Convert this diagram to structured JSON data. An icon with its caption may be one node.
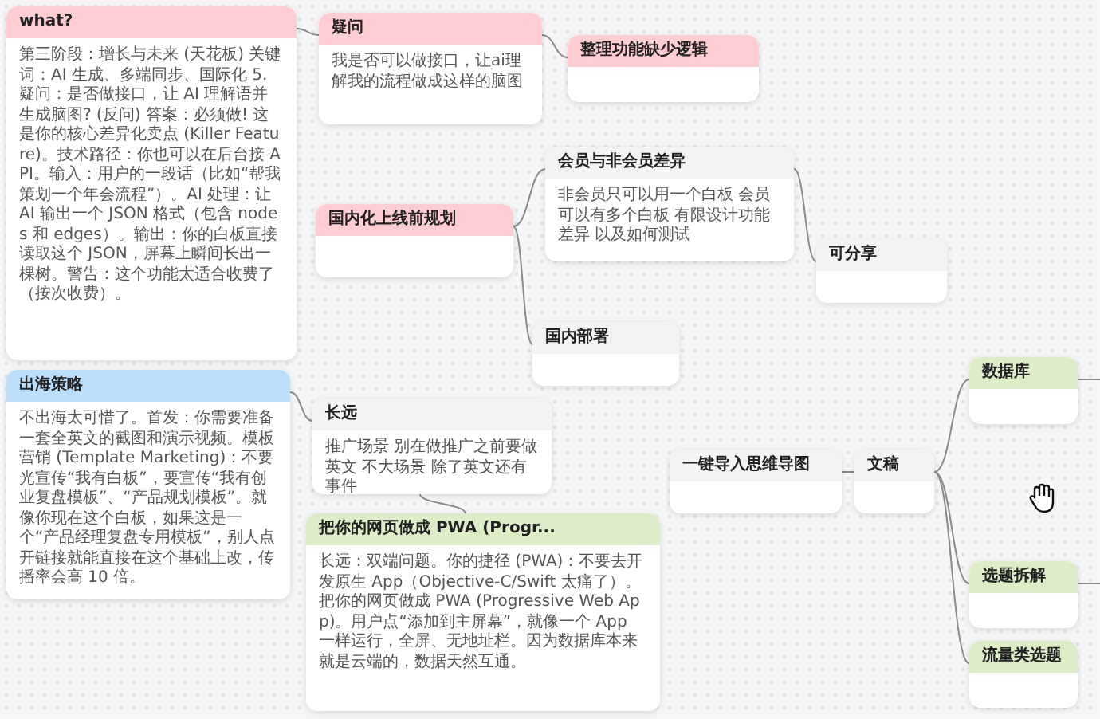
{
  "diagram": {
    "nodes": [
      {
        "text": [
          "疑问",
          "我是否可以做接口，让ai理解我的流程做成这样的脑图"
        ]
      },
      {
        "text": [
          "整理功能缺少逻辑"
        ]
      },
      {
        "text": [
          "what?",
          "第三阶段：增长与未来 (天花板) 关键词：AI 生成、多端同步、国际化 5. 疑问：是否做接口，让 AI 理解语并生成脑图? (反问) 答案：必须做! 这是你的核心差异化卖点 (Killer Feature)。技术路径：你也可以在后台接 API。输入：用户的一段话（比如“帮我策划一个年会流程”）。AI 处理：让 AI 输出一个 JSON 格式（包含 nodes 和 edges）。输出：你的白板直接读取这个 JSON，屏幕上瞬间长出一棵树。警告：这个功能太适合收费了（按次收费）。"
        ]
      },
      {
        "text": [
          "会员与非会员差异",
          "非会员只可以用一个白板 会员可以有多个白板 有限设计功能差异 以及如何测试"
        ]
      },
      {
        "text": [
          "国内化上线前规划"
        ]
      },
      {
        "text": [
          "可分享"
        ]
      },
      {
        "text": [
          "出海策略",
          "不出海太可惜了。首发：你需要准备一套全英文的截图和演示视频。模板营销 (Template Marketing)：不要光宣传“我有白板”，要宣传“我有创业复盘模板”、“产品规划模板”。就像你现在这个白板，如果这是一个“产品经理复盘专用模板”，别人点开链接就能直接在这个基础上改，传播率会高 10 倍。"
        ]
      },
      {
        "text": [
          "国内部署"
        ]
      },
      {
        "text": [
          "长远",
          "推广场景 别在做推广之前要做英文 不大场景 除了英文还有事件"
        ]
      },
      {
        "text": [
          "把你的网页做成 PWA (Progr...",
          "长远：双端问题。你的捷径 (PWA)：不要去开发原生 App（Objective-C/Swift 太痛了）。把你的网页做成 PWA (Progressive Web App)。用户点“添加到主屏幕”，就像一个 App 一样运行，全屏、无地址栏。因为数据库本来就是云端的，数据天然互通。"
        ]
      },
      {
        "text": [
          "一键导入思维导图"
        ]
      },
      {
        "text": [
          "文稿"
        ]
      },
      {
        "text": [
          "数据库"
        ]
      },
      {
        "text": [
          "选题拆解"
        ]
      },
      {
        "text": [
          "流量类选题"
        ]
      }
    ],
    "edges": [
      {
        "from": 2,
        "to": 0,
        "arrow": "none"
      },
      {
        "from": 0,
        "to": 1,
        "arrow": "none"
      },
      {
        "from": 4,
        "to": 3,
        "arrow": "none"
      },
      {
        "from": 3,
        "to": 5,
        "arrow": "none"
      },
      {
        "from": 4,
        "to": 7,
        "arrow": "none"
      },
      {
        "from": 6,
        "to": 8,
        "arrow": "none"
      },
      {
        "from": 8,
        "to": 9,
        "arrow": "none"
      },
      {
        "from": 10,
        "to": 11,
        "arrow": "none"
      },
      {
        "from": 11,
        "to": 12,
        "arrow": "none"
      },
      {
        "from": 11,
        "to": 13,
        "arrow": "none"
      },
      {
        "from": 11,
        "to": 14,
        "arrow": "none"
      },
      {
        "from": 12,
        "to": null,
        "arrow": "none"
      },
      {
        "from": 13,
        "to": null,
        "arrow": "none"
      }
    ]
  }
}
